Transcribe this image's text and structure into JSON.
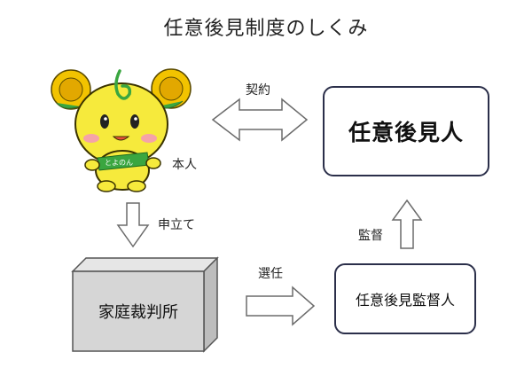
{
  "title": "任意後見制度のしくみ",
  "labels": {
    "contract": "契約",
    "principal": "本人",
    "petition": "申立て",
    "supervision": "監督",
    "appointment": "選任"
  },
  "nodes": {
    "guardian": "任意後見人",
    "supervisor": "任意後見監督人",
    "court": "家庭裁判所"
  },
  "mascot": {
    "sash_text": "とよのん"
  },
  "colors": {
    "box_border": "#2b2f4a",
    "arrow_border": "#6b6b6b",
    "court_face": "#d6d6d6",
    "court_top": "#e6e6e6",
    "court_side": "#bdbdbd",
    "mascot_body": "#f6ea3c",
    "mascot_flower": "#f2c300",
    "mascot_sash": "#3aa640"
  }
}
